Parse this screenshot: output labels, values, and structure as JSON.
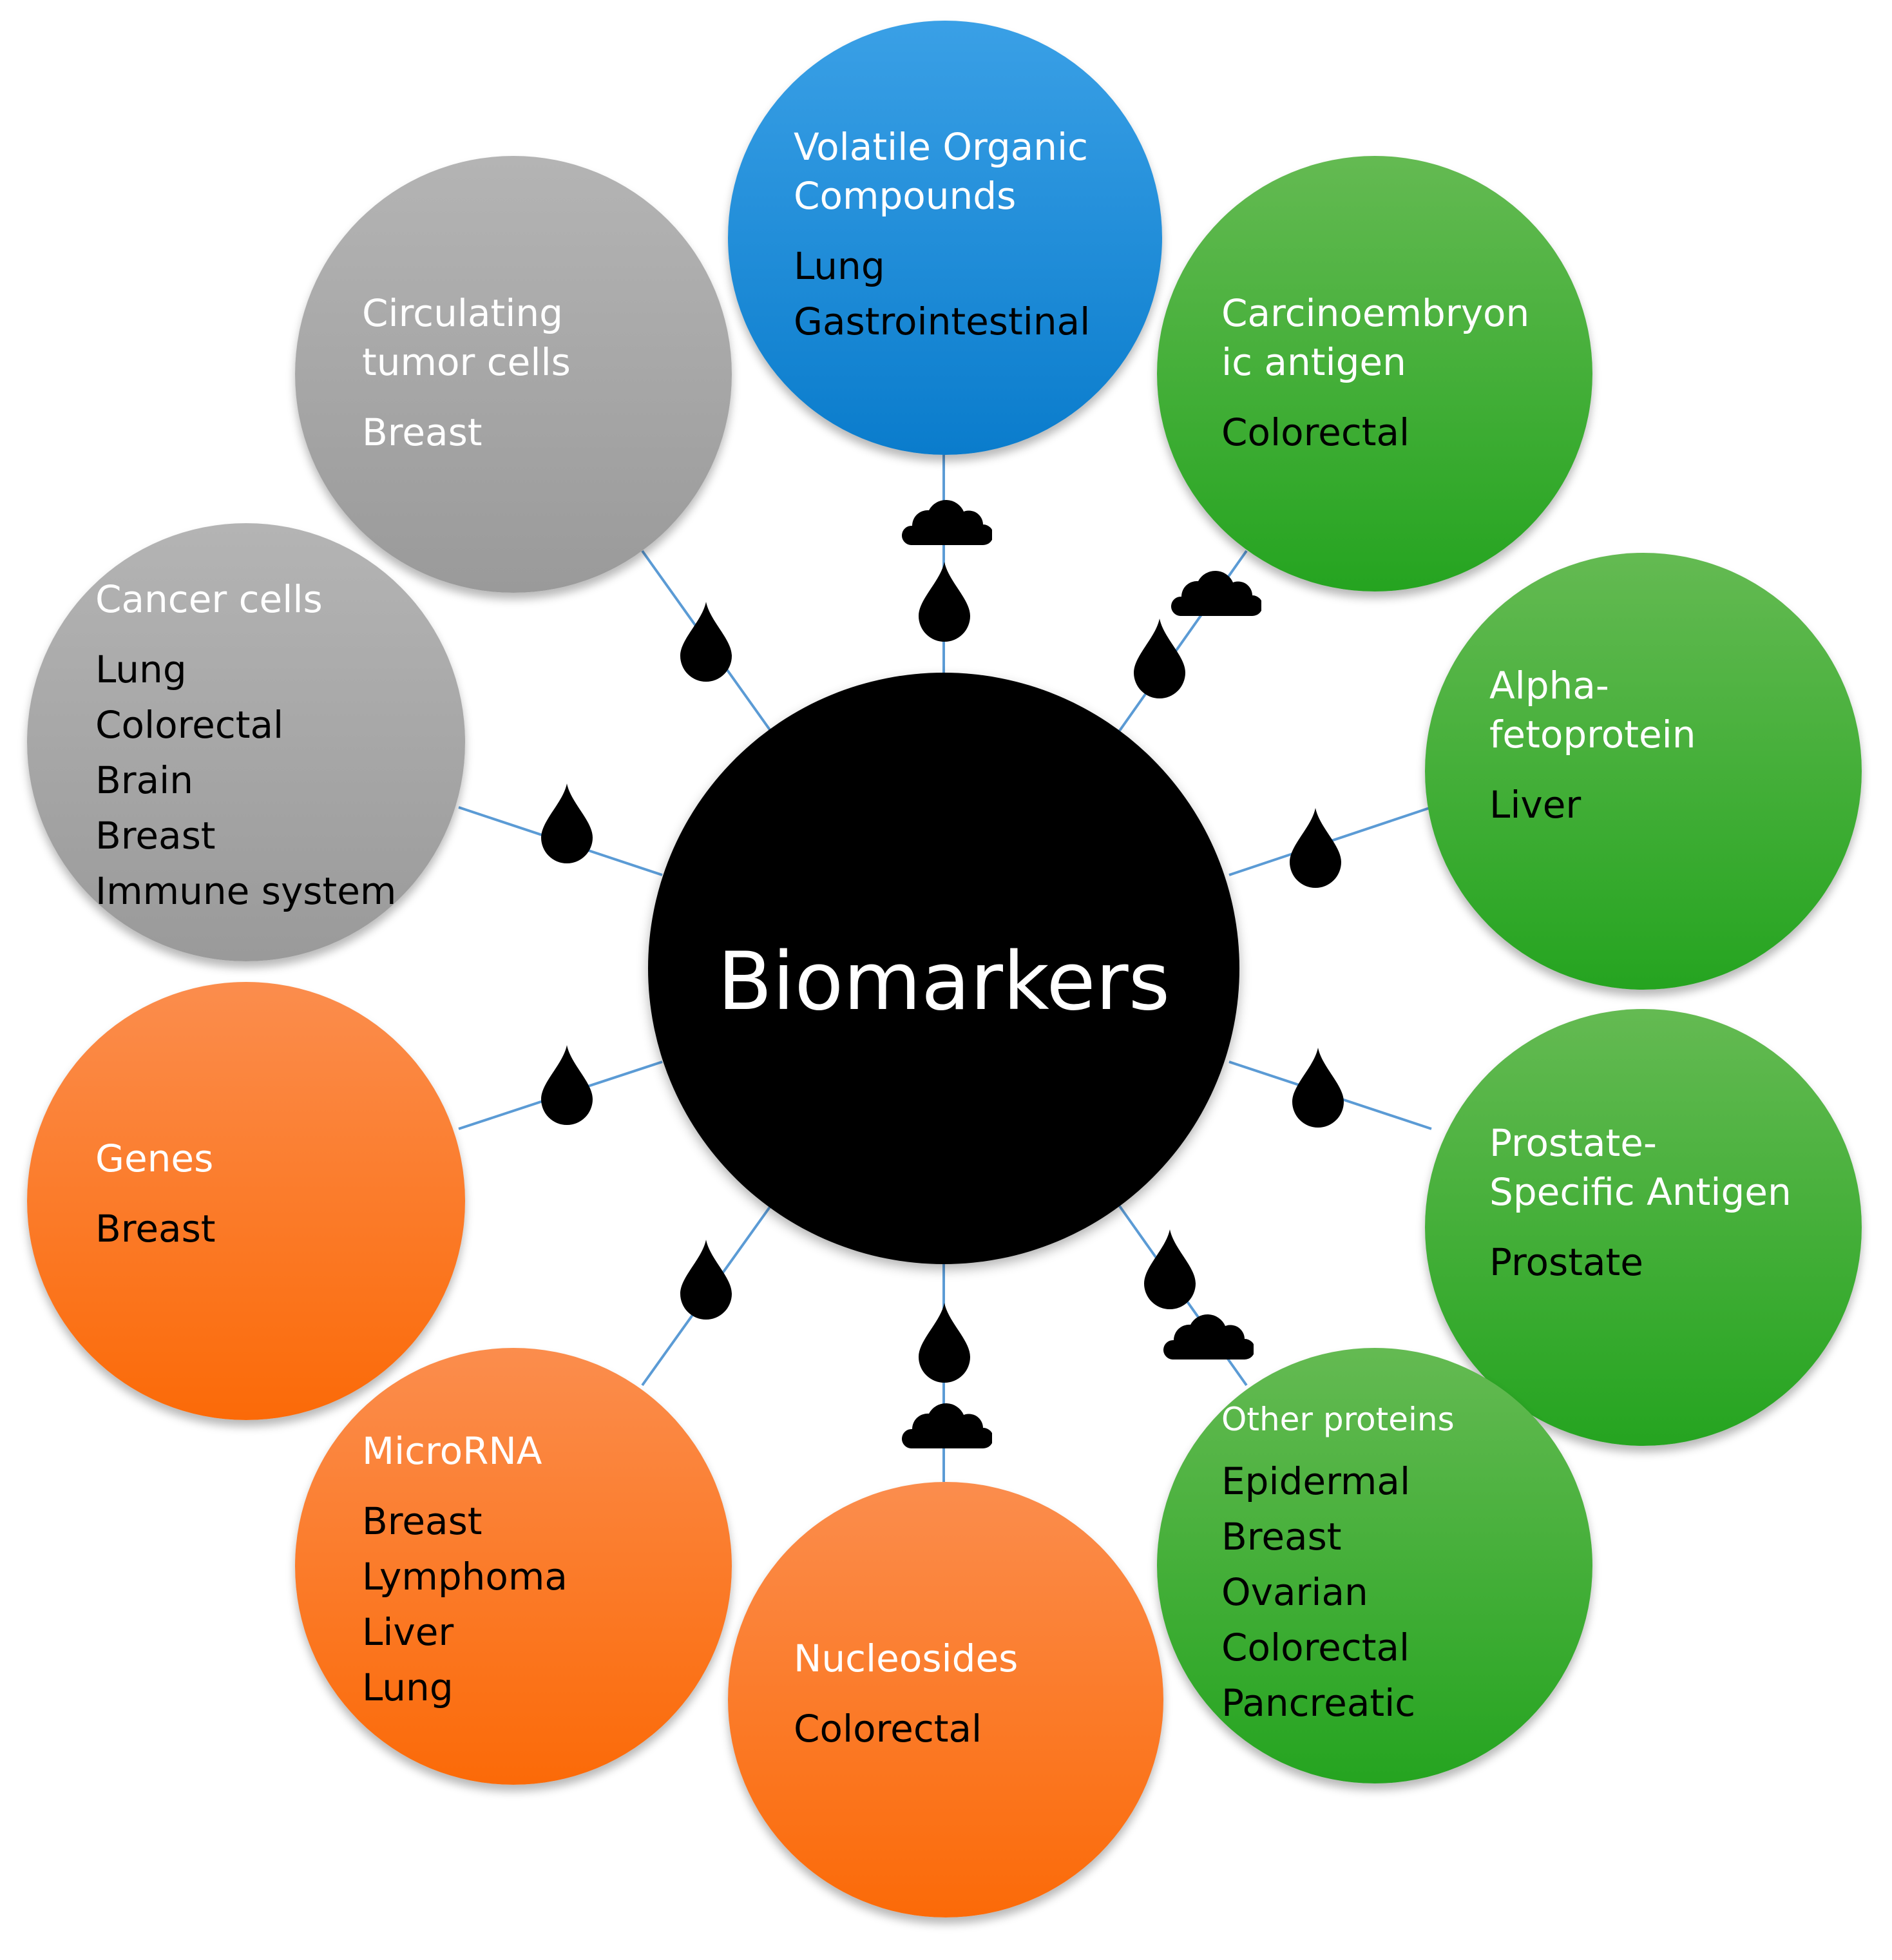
{
  "center": {
    "label": "Biomarkers"
  },
  "nodes": {
    "voc": {
      "title": [
        "Volatile Organic",
        "Compounds"
      ],
      "items": [
        "Lung",
        "Gastrointestinal"
      ],
      "color": "#1c8ed9"
    },
    "cea": {
      "title": [
        "Carcinoembryon",
        "ic antigen"
      ],
      "items": [
        "Colorectal"
      ],
      "color": "#43ae3a"
    },
    "afp": {
      "title": [
        "Alpha-",
        "fetoprotein"
      ],
      "items": [
        "Liver"
      ],
      "color": "#43ae3a"
    },
    "psa": {
      "title": [
        "Prostate-",
        "Specific Antigen"
      ],
      "items": [
        "Prostate"
      ],
      "color": "#43ae3a"
    },
    "other_proteins": {
      "title": [
        "Other proteins"
      ],
      "items": [
        "Epidermal",
        "Breast",
        "Ovarian",
        "Colorectal",
        "Pancreatic"
      ],
      "color": "#43ae3a"
    },
    "nucleosides": {
      "title": [
        "Nucleosides"
      ],
      "items": [
        "Colorectal"
      ],
      "color": "#fb7a2a"
    },
    "microrna": {
      "title": [
        "MicroRNA"
      ],
      "items": [
        "Breast",
        "Lymphoma",
        "Liver",
        "Lung"
      ],
      "color": "#fb7a2a"
    },
    "genes": {
      "title": [
        "Genes"
      ],
      "items": [
        "Breast"
      ],
      "color": "#fb7a2a"
    },
    "cancer_cells": {
      "title": [
        "Cancer cells"
      ],
      "items": [
        "Lung",
        "Colorectal",
        "Brain",
        "Breast",
        "Immune system"
      ],
      "color": "#a8a8a8"
    },
    "ctc": {
      "title": [
        "Circulating",
        "tumor cells"
      ],
      "items": [
        "Breast"
      ],
      "color": "#a8a8a8"
    }
  },
  "icons": {
    "sample_drop": "blood-drop-icon",
    "sample_breath": "breath-cloud-icon"
  },
  "colors": {
    "connector": "#5b9bd5",
    "center": "#000000",
    "icon": "#000000"
  }
}
